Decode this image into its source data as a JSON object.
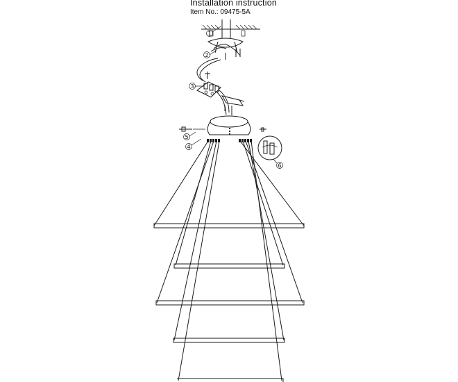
{
  "header": {
    "title": "Installation instruction",
    "item_label": "Item No.:",
    "item_number": "09475-5A"
  },
  "callouts": [
    "1",
    "2",
    "3",
    "4",
    "5",
    "6"
  ],
  "rings": [
    {
      "index": 1,
      "tier": "outer"
    },
    {
      "index": 2,
      "tier": "inner"
    },
    {
      "index": 3,
      "tier": "outer"
    },
    {
      "index": 4,
      "tier": "inner"
    },
    {
      "index": 5,
      "tier": "inner"
    }
  ]
}
